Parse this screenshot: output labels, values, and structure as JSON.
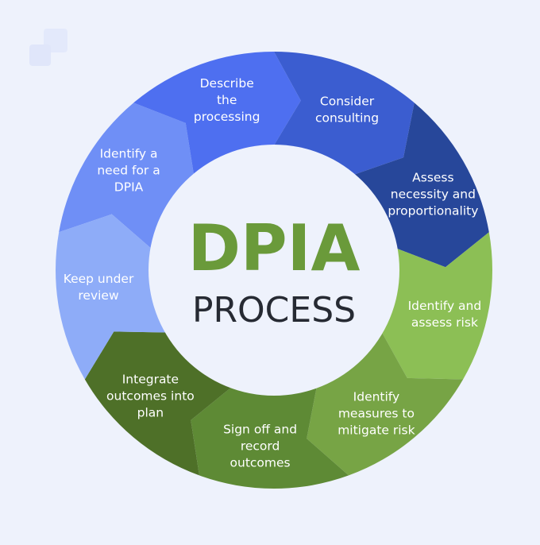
{
  "center": {
    "title": "DPIA",
    "subtitle": "PROCESS"
  },
  "steps": [
    {
      "lines": [
        "Identify a",
        "need for a",
        "DPIA"
      ],
      "color": "#6f8ff6"
    },
    {
      "lines": [
        "Describe",
        "the",
        "processing"
      ],
      "color": "#4e6ff0"
    },
    {
      "lines": [
        "Consider",
        "consulting"
      ],
      "color": "#3b5dd0"
    },
    {
      "lines": [
        "Assess",
        "necessity and",
        "proportionality"
      ],
      "color": "#27479a"
    },
    {
      "lines": [
        "Identify and",
        "assess risk"
      ],
      "color": "#8cbf55"
    },
    {
      "lines": [
        "Identify",
        "measures to",
        "mitigate risk"
      ],
      "color": "#77a445"
    },
    {
      "lines": [
        "Sign off and",
        "record",
        "outcomes"
      ],
      "color": "#5e8a35"
    },
    {
      "lines": [
        "Integrate",
        "outcomes into",
        "plan"
      ],
      "color": "#4e7028"
    },
    {
      "lines": [
        "Keep under",
        "review"
      ],
      "color": "#8eacf8"
    }
  ]
}
